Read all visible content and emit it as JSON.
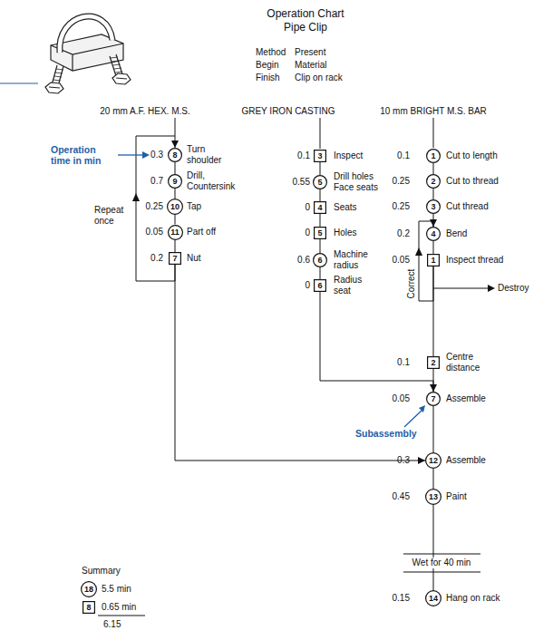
{
  "diagram": {
    "title": "Operation Chart Pipe Clip",
    "nodes": [
      {
        "text": [
          "8"
        ]
      },
      {
        "text": [
          "9"
        ]
      },
      {
        "text": [
          "10"
        ]
      },
      {
        "text": [
          "11"
        ]
      },
      {
        "text": [
          "7"
        ]
      },
      {
        "text": [
          "3"
        ]
      },
      {
        "text": [
          "5"
        ]
      },
      {
        "text": [
          "4"
        ]
      },
      {
        "text": [
          "5"
        ]
      },
      {
        "text": [
          "6"
        ]
      },
      {
        "text": [
          "6"
        ]
      },
      {
        "text": [
          "1"
        ]
      },
      {
        "text": [
          "2"
        ]
      },
      {
        "text": [
          "3"
        ]
      },
      {
        "text": [
          "4"
        ]
      },
      {
        "text": [
          "1"
        ]
      },
      {
        "text": [
          "2"
        ]
      },
      {
        "text": [
          "7"
        ]
      },
      {
        "text": [
          "12"
        ]
      },
      {
        "text": [
          "13"
        ]
      },
      {
        "text": [
          "14"
        ]
      },
      {
        "text": [
          "18"
        ]
      },
      {
        "text": [
          "8"
        ]
      }
    ],
    "edges": [
      {
        "from": 0,
        "to": 1,
        "arrow": "none"
      },
      {
        "from": 1,
        "to": 2,
        "arrow": "none"
      },
      {
        "from": 2,
        "to": 3,
        "arrow": "none"
      },
      {
        "from": 3,
        "to": 4,
        "arrow": "none"
      },
      {
        "from": 4,
        "to": 0,
        "label": "Repeat once",
        "arrow": "to"
      },
      {
        "from": 4,
        "to": 18,
        "arrow": "to"
      },
      {
        "from": 5,
        "to": 6,
        "arrow": "none"
      },
      {
        "from": 6,
        "to": 7,
        "arrow": "none"
      },
      {
        "from": 7,
        "to": 8,
        "arrow": "none"
      },
      {
        "from": 8,
        "to": 9,
        "arrow": "none"
      },
      {
        "from": 9,
        "to": 10,
        "arrow": "none"
      },
      {
        "from": 10,
        "to": 17,
        "arrow": "to"
      },
      {
        "from": 11,
        "to": 12,
        "arrow": "none"
      },
      {
        "from": 12,
        "to": 13,
        "arrow": "none"
      },
      {
        "from": 13,
        "to": 14,
        "arrow": "none"
      },
      {
        "from": 14,
        "to": 15,
        "arrow": "none"
      },
      {
        "from": 15,
        "to": 14,
        "label": "Correct",
        "arrow": "to"
      },
      {
        "from": 15,
        "to": 16,
        "arrow": "none"
      },
      {
        "from": 16,
        "to": 17,
        "arrow": "none"
      },
      {
        "from": 17,
        "to": 18,
        "arrow": "none"
      },
      {
        "from": 18,
        "to": 19,
        "arrow": "none"
      },
      {
        "from": 19,
        "to": 20,
        "arrow": "none"
      }
    ],
    "labels": [
      "Method",
      "Present",
      "Begin",
      "Material",
      "Finish",
      "Clip on rack",
      "20 mm A.F. HEX. M.S.",
      "GREY IRON CASTING",
      "10 mm BRIGHT M.S. BAR",
      "0.3",
      "Turn shoulder",
      "0.7",
      "Drill, Countersink",
      "0.25",
      "Tap",
      "0.05",
      "Part off",
      "0.2",
      "Nut",
      "0.1",
      "Inspect",
      "0.55",
      "Drill holes Face seats",
      "0",
      "Seats",
      "0",
      "Holes",
      "0.6",
      "Machine radius",
      "0",
      "Radius seat",
      "0.1",
      "Cut to length",
      "0.25",
      "Cut to thread",
      "0.25",
      "Cut thread",
      "0.2",
      "Bend",
      "0.05",
      "Inspect thread",
      "Destroy",
      "0.1",
      "Centre distance",
      "0.05",
      "Assemble",
      "0.3",
      "Assemble",
      "0.45",
      "Paint",
      "Wet for 40 min",
      "0.15",
      "Hang on rack",
      "Operation time in min",
      "Subassembly",
      "Summary",
      "5.5 min",
      "0.65 min",
      "6.15"
    ]
  }
}
